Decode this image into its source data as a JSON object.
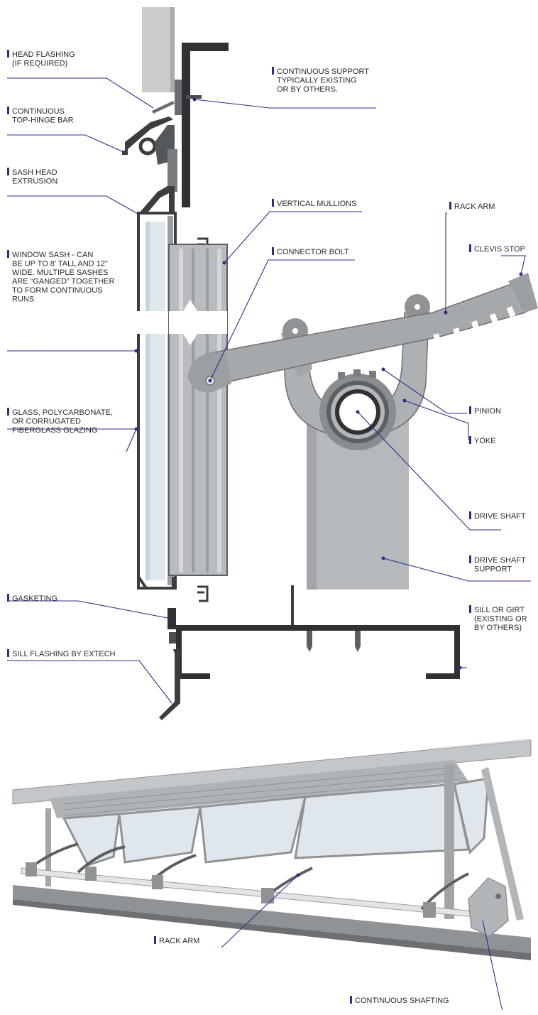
{
  "colors": {
    "label_bar": "#2b2f86",
    "leader_line": "#2b2f86",
    "label_text": "#2a2a2a",
    "dark_profile": "#2f3134",
    "aluminum": "#b9bcbf",
    "aluminum_dark": "#8f9396",
    "glass": "#dfe7ec",
    "wall": "#c9cbcd"
  },
  "labels": {
    "head_flashing": [
      "HEAD FLASHING",
      "(IF REQUIRED)"
    ],
    "continuous_support": [
      "CONTINUOUS SUPPORT",
      "TYPICALLY EXISTING",
      "OR BY OTHERS."
    ],
    "top_hinge_bar": [
      "CONTINUOUS",
      "TOP-HINGE BAR"
    ],
    "sash_head": [
      "SASH HEAD",
      "EXTRUSION"
    ],
    "vertical_mullions": [
      "VERTICAL MULLIONS"
    ],
    "rack_arm_top": [
      "RACK ARM"
    ],
    "clevis_stop": [
      "CLEVIS STOP"
    ],
    "connector_bolt": [
      "CONNECTOR BOLT"
    ],
    "window_sash": [
      "WINDOW SASH - CAN",
      "BE UP TO 8' TALL AND 12\"",
      "WIDE. MULTIPLE SASHES",
      "ARE “GANGED” TOGETHER",
      "TO FORM CONTINUOUS",
      "RUNS"
    ],
    "pinion": [
      "PINION"
    ],
    "yoke": [
      "YOKE"
    ],
    "glazing": [
      "GLASS, POLYCARBONATE,",
      "OR CORRUGATED",
      "FIBERGLASS GLAZING"
    ],
    "drive_shaft": [
      "DRIVE SHAFT"
    ],
    "drive_shaft_support": [
      "DRIVE SHAFT",
      "SUPPORT"
    ],
    "gasketing": [
      "GASKETING"
    ],
    "sill_girt": [
      "SILL OR GIRT",
      "(EXISTING OR",
      "BY OTHERS)"
    ],
    "sill_flashing": [
      "SILL FLASHING BY EXTECH"
    ],
    "rack_arm_bottom": [
      "RACK ARM"
    ],
    "continuous_shafting": [
      "CONTINUOUS SHAFTING"
    ]
  }
}
